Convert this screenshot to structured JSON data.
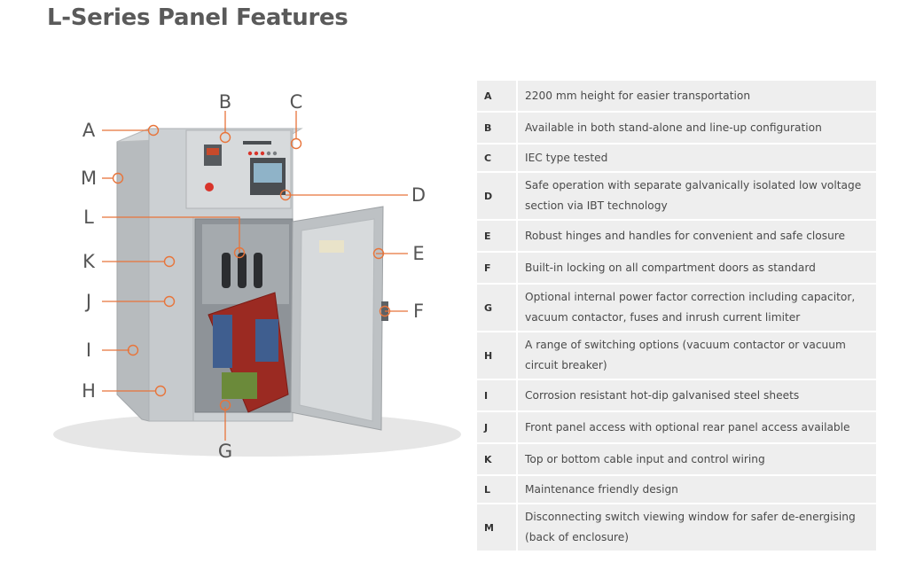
{
  "page": {
    "title": "L-Series Panel Features"
  },
  "callouts": [
    "A",
    "B",
    "C",
    "D",
    "E",
    "F",
    "G",
    "H",
    "I",
    "J",
    "K",
    "L",
    "M"
  ],
  "features": [
    {
      "letter": "A",
      "text": "2200 mm height for easier transportation"
    },
    {
      "letter": "B",
      "text": "Available in both stand-alone and line-up configuration"
    },
    {
      "letter": "C",
      "text": "IEC type tested"
    },
    {
      "letter": "D",
      "text": "Safe operation with separate galvanically isolated low voltage section via IBT technology"
    },
    {
      "letter": "E",
      "text": "Robust hinges and handles for convenient and safe closure"
    },
    {
      "letter": "F",
      "text": "Built-in locking on all compartment doors as standard"
    },
    {
      "letter": "G",
      "text": "Optional internal power factor correction including capacitor, vacuum contactor, fuses and inrush current limiter"
    },
    {
      "letter": "H",
      "text": "A range of switching options (vacuum contactor or vacuum circuit breaker)"
    },
    {
      "letter": "I",
      "text": "Corrosion resistant hot-dip  galvanised steel sheets"
    },
    {
      "letter": "J",
      "text": "Front panel access with optional rear panel access available"
    },
    {
      "letter": "K",
      "text": "Top or bottom cable input and control wiring"
    },
    {
      "letter": "L",
      "text": "Maintenance friendly design"
    },
    {
      "letter": "M",
      "text": "Disconnecting switch viewing window for safer de-energising (back of enclosure)"
    }
  ],
  "colors": {
    "accent": "#e8743a",
    "cabinet": "#c9cdd0",
    "capacitor": "#9b2a22"
  }
}
